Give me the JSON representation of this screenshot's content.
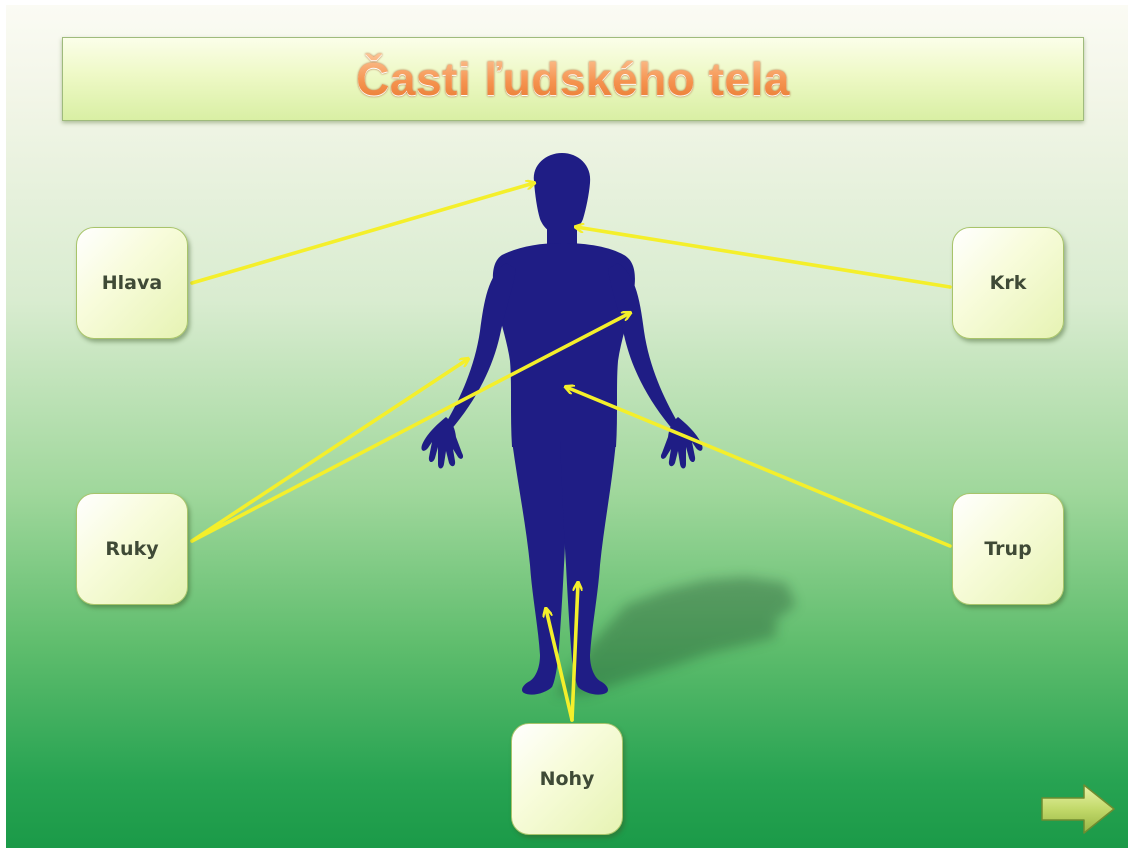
{
  "title": "Časti ľudského tela",
  "labels": {
    "hlava": "Hlava",
    "krk": "Krk",
    "ruky": "Ruky",
    "trup": "Trup",
    "nohy": "Nohy"
  },
  "colors": {
    "figure": "#1f1d85",
    "arrows": "#f4ef2b",
    "title_text": "#f39a5c"
  },
  "icons": {
    "next": "right-arrow-icon"
  }
}
